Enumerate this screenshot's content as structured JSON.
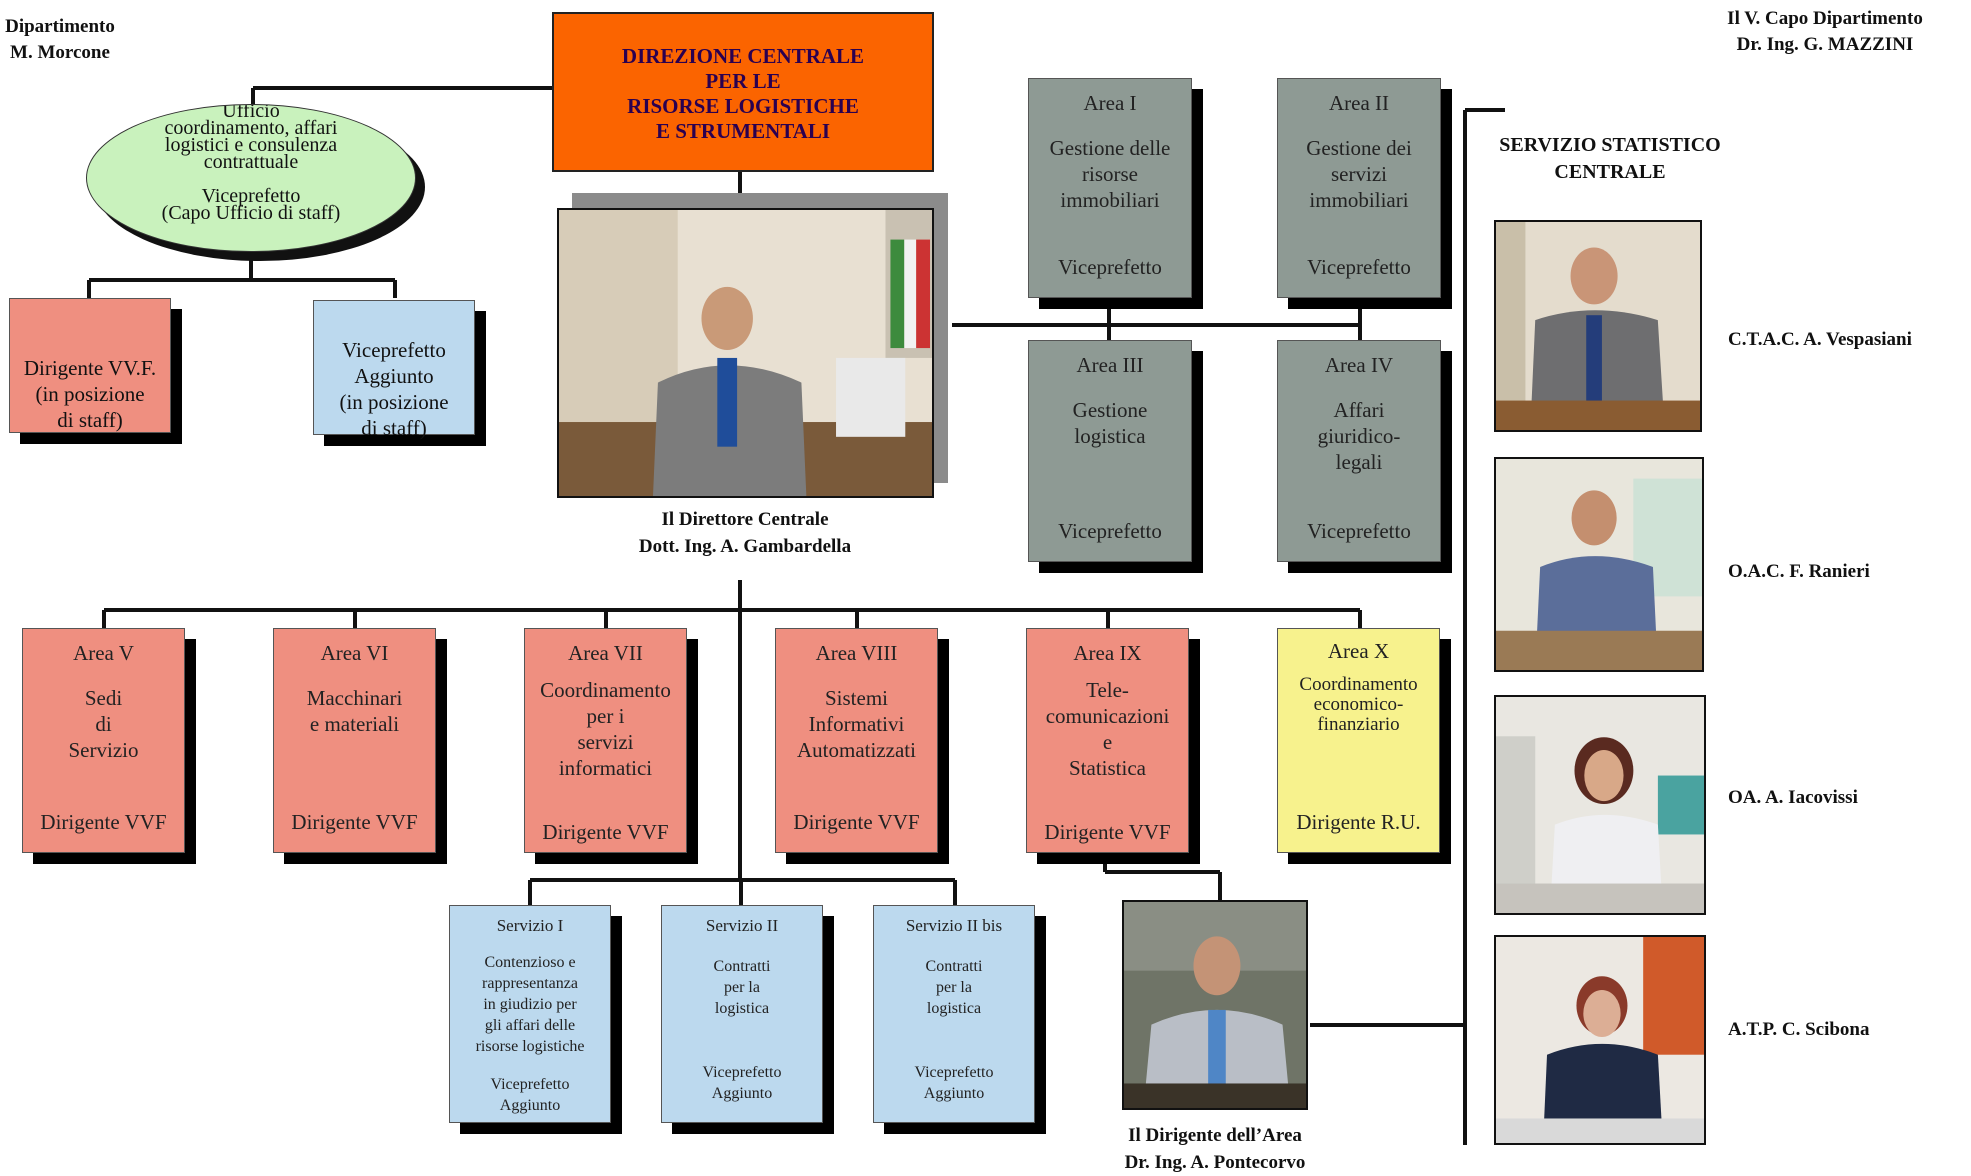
{
  "header": {
    "left_partial": [
      "Dipartimento",
      "M. Morcone"
    ],
    "right": [
      "Il V. Capo Dipartimento",
      "Dr. Ing. G. MAZZINI"
    ]
  },
  "direzione": {
    "text": "DIREZIONE CENTRALE\nPER LE\nRISORSE LOGISTICHE\nE STRUMENTALI",
    "color": "#fb6400"
  },
  "staff_office": {
    "text": "Ufficio\ncoordinamento, affari\nlogistici e consulenza\ncontrattuale\n\nViceprefetto\n(Capo Ufficio di staff)",
    "color": "#c9f2bd"
  },
  "staff_boxes": [
    {
      "text": "Dirigente VV.F.\n(in posizione\ndi staff)"
    },
    {
      "text": "Viceprefetto\nAggiunto\n(in posizione\ndi staff)"
    }
  ],
  "director": {
    "caption": "Il  Direttore Centrale\nDott. Ing. A. Gambardella"
  },
  "upper_areas": [
    {
      "title": "Area I",
      "body": "Gestione delle\nrisorse\nimmobiliari",
      "foot": "Viceprefetto"
    },
    {
      "title": "Area II",
      "body": "Gestione dei\nservizi\nimmobiliari",
      "foot": "Viceprefetto"
    },
    {
      "title": "Area III",
      "body": "Gestione\nlogistica",
      "foot": "Viceprefetto"
    },
    {
      "title": "Area  IV",
      "body": "Affari\ngiuridico-\nlegali",
      "foot": "Viceprefetto"
    }
  ],
  "lower_areas": [
    {
      "title": "Area V",
      "body": "Sedi\ndi\nServizio",
      "foot": "Dirigente VVF"
    },
    {
      "title": "Area VI",
      "body": "Macchinari\ne materiali",
      "foot": "Dirigente VVF"
    },
    {
      "title": "Area VII",
      "body": "Coordinamento\nper i\nservizi\ninformatici",
      "foot": "Dirigente VVF"
    },
    {
      "title": "Area VIII",
      "body": "Sistemi\nInformativi\nAutomatizzati",
      "foot": "Dirigente VVF"
    },
    {
      "title": "Area IX",
      "body": "Tele-\ncomunicazioni\ne\nStatistica",
      "foot": "Dirigente VVF"
    },
    {
      "title": "Area X",
      "body": "Coordinamento\neconomico-\nfinanziario",
      "foot": "Dirigente R.U."
    }
  ],
  "servizi": [
    {
      "title": "Servizio I",
      "body": "Contenzioso e\nrappresentanza\nin giudizio per\ngli affari delle\nrisorse logistiche",
      "foot": "Viceprefetto\nAggiunto"
    },
    {
      "title": "Servizio II",
      "body": "Contratti\nper la\nlogistica",
      "foot": "Viceprefetto\nAggiunto"
    },
    {
      "title": "Servizio II bis",
      "body": "Contratti\nper la\nlogistica",
      "foot": "Viceprefetto\nAggiunto"
    }
  ],
  "area_ix_head": {
    "caption": "Il Dirigente dell’Area\nDr. Ing. A. Pontecorvo"
  },
  "servizio_statistico": {
    "title": "SERVIZIO STATISTICO\nCENTRALE",
    "people": [
      {
        "label": "C.T.A.C.  A. Vespasiani"
      },
      {
        "label": "O.A.C. F. Ranieri"
      },
      {
        "label": "OA.  A. Iacovissi"
      },
      {
        "label": "A.T.P. C. Scibona"
      }
    ]
  },
  "colors": {
    "area_gray": "#8e9a94",
    "area_red": "#ef8f80",
    "area_yellow": "#f7f28d",
    "servizio_blue": "#bcd9ee",
    "staff_red": "#ef8f80",
    "staff_blue": "#bcd9ee"
  }
}
